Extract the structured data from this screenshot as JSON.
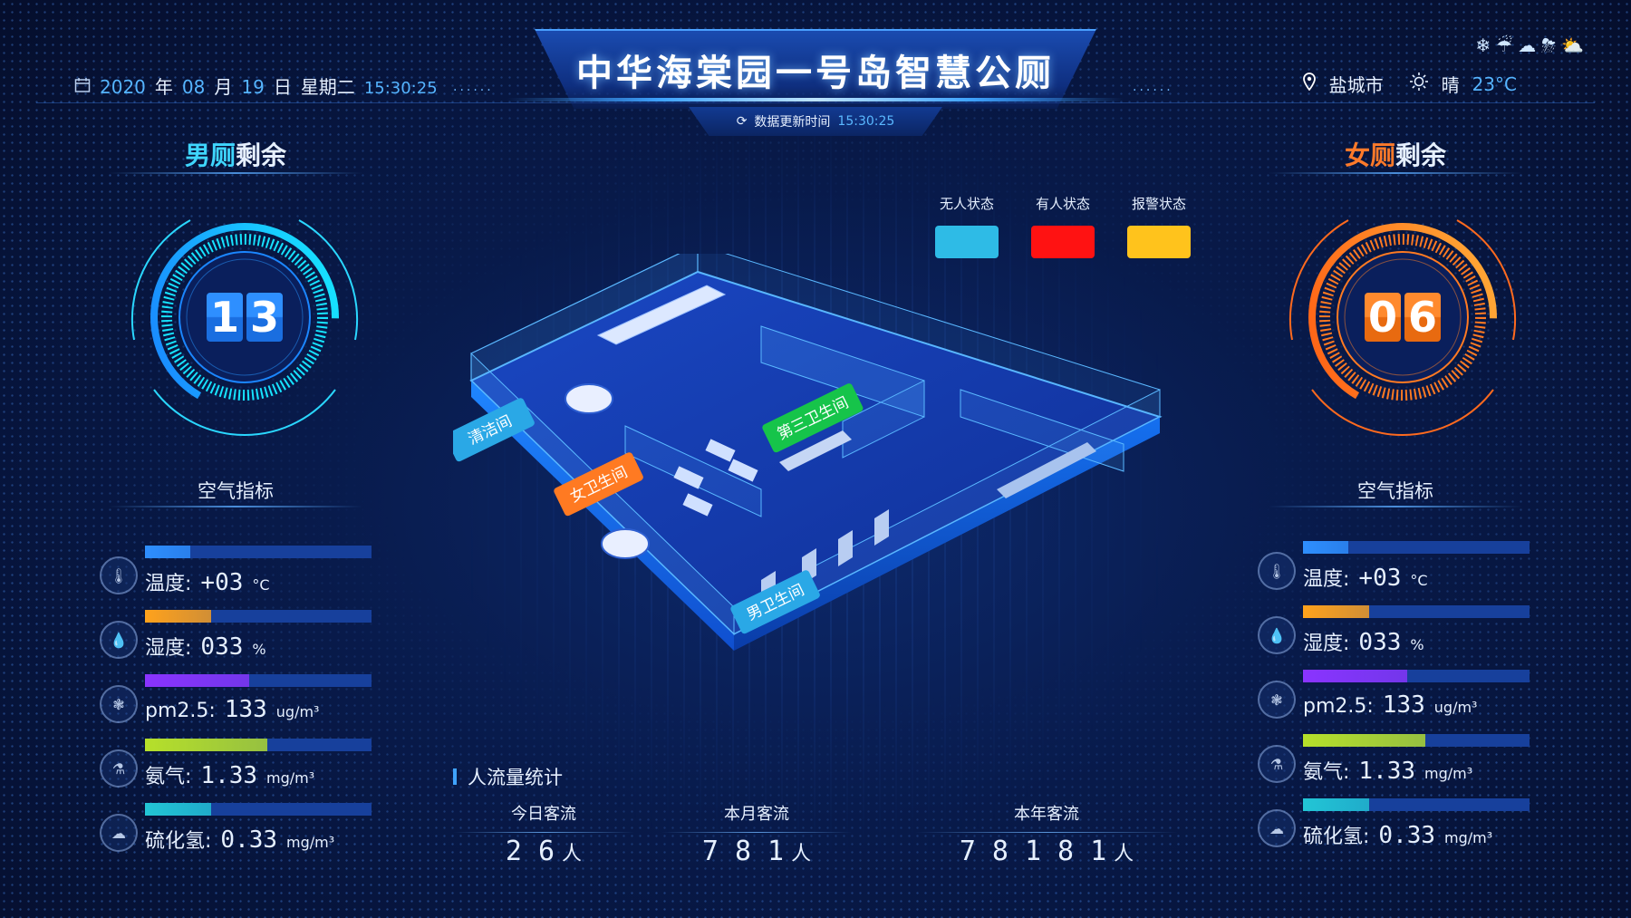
{
  "header": {
    "title": "中华海棠园一号岛智慧公厕",
    "update_label": "数据更新时间",
    "update_time": "15:30:25",
    "date": {
      "year": "2020",
      "year_unit": "年",
      "month": "08",
      "month_unit": "月",
      "day": "19",
      "day_unit": "日",
      "weekday": "星期二",
      "time": "15:30:25"
    },
    "dots": "......",
    "city": "盐城市",
    "weather": "晴",
    "temperature": "23°C",
    "weather_icons": [
      "snowflake-icon",
      "rain-cloud-icon",
      "cloud-icon",
      "storm-icon",
      "partly-cloudy-icon"
    ]
  },
  "male": {
    "title_part1": "男厕",
    "title_part2": "剩余",
    "digits": [
      "1",
      "3"
    ],
    "remaining": 13,
    "air_title": "空气指标",
    "metrics": [
      {
        "label": "温度:",
        "value": "+03",
        "unit": "°C",
        "fill": 0.2,
        "color": "#2e8fff"
      },
      {
        "label": "湿度:",
        "value": "033",
        "unit": "%",
        "fill": 0.29,
        "color": "#ffa21c"
      },
      {
        "label": "pm2.5:",
        "value": "133",
        "unit": "ug/m³",
        "fill": 0.46,
        "color": "#8a34ff"
      },
      {
        "label": "氨气:",
        "value": "1.33",
        "unit": "mg/m³",
        "fill": 0.54,
        "color": "#b6e02a"
      },
      {
        "label": "硫化氢:",
        "value": "0.33",
        "unit": "mg/m³",
        "fill": 0.29,
        "color": "#22c6d6"
      }
    ]
  },
  "female": {
    "title_part1": "女厕",
    "title_part2": "剩余",
    "digits": [
      "0",
      "6"
    ],
    "remaining": 6,
    "air_title": "空气指标",
    "metrics": [
      {
        "label": "温度:",
        "value": "+03",
        "unit": "°C",
        "fill": 0.2,
        "color": "#2e8fff"
      },
      {
        "label": "湿度:",
        "value": "033",
        "unit": "%",
        "fill": 0.29,
        "color": "#ffa21c"
      },
      {
        "label": "pm2.5:",
        "value": "133",
        "unit": "ug/m³",
        "fill": 0.46,
        "color": "#8a34ff"
      },
      {
        "label": "氨气:",
        "value": "1.33",
        "unit": "mg/m³",
        "fill": 0.54,
        "color": "#b6e02a"
      },
      {
        "label": "硫化氢:",
        "value": "0.33",
        "unit": "mg/m³",
        "fill": 0.29,
        "color": "#22c6d6"
      }
    ]
  },
  "legend": [
    {
      "label": "无人状态",
      "color": "#2ebbe6"
    },
    {
      "label": "有人状态",
      "color": "#ff1212"
    },
    {
      "label": "报警状态",
      "color": "#ffc31c"
    }
  ],
  "rooms": {
    "cleaning": "清洁间",
    "female": "女卫生间",
    "third": "第三卫生间",
    "male": "男卫生间"
  },
  "flow": {
    "title": "人流量统计",
    "today_label": "今日客流",
    "today_value": "26",
    "month_label": "本月客流",
    "month_value": "781",
    "year_label": "本年客流",
    "year_value": "78181",
    "unit": "人"
  },
  "colors": {
    "accent": "#3fa3ff",
    "male": "#3fd6ff",
    "female": "#ff7a2a"
  }
}
